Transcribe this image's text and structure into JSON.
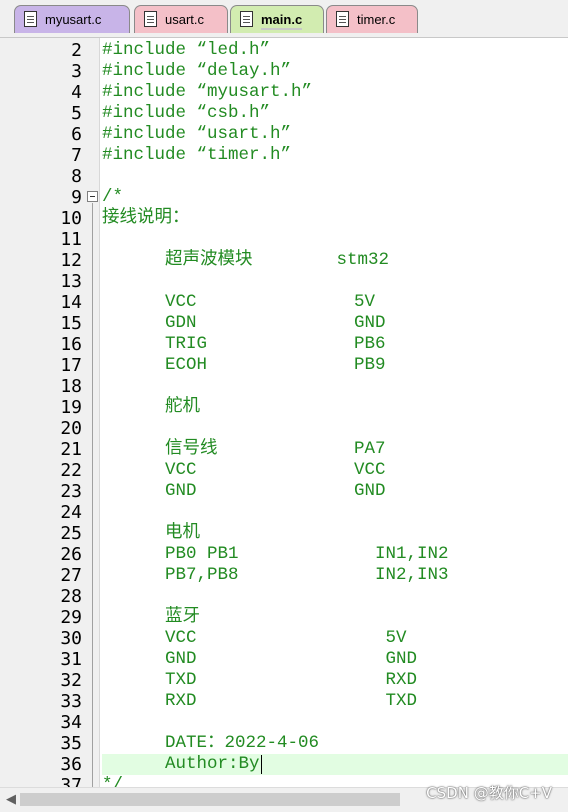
{
  "tabs": [
    {
      "label": "myusart.c",
      "color": "#c8b4e8",
      "active": false
    },
    {
      "label": "usart.c",
      "color": "#f4c0c8",
      "active": false
    },
    {
      "label": "main.c",
      "color": "#d2ecb0",
      "active": true
    },
    {
      "label": "timer.c",
      "color": "#f4c0c8",
      "active": false
    }
  ],
  "code_color": "#228b22",
  "current_line_color": "#e2fde2",
  "lines": [
    {
      "n": "2",
      "text": "#include “led.h”"
    },
    {
      "n": "3",
      "text": "#include “delay.h”"
    },
    {
      "n": "4",
      "text": "#include “myusart.h”"
    },
    {
      "n": "5",
      "text": "#include “csb.h”"
    },
    {
      "n": "6",
      "text": "#include “usart.h”"
    },
    {
      "n": "7",
      "text": "#include “timer.h”"
    },
    {
      "n": "8",
      "text": ""
    },
    {
      "n": "9",
      "text": "/*",
      "fold": true
    },
    {
      "n": "10",
      "text": "接线说明："
    },
    {
      "n": "11",
      "text": ""
    },
    {
      "n": "12",
      "text": "      超声波模块        stm32"
    },
    {
      "n": "13",
      "text": ""
    },
    {
      "n": "14",
      "text": "      VCC               5V"
    },
    {
      "n": "15",
      "text": "      GDN               GND"
    },
    {
      "n": "16",
      "text": "      TRIG              PB6"
    },
    {
      "n": "17",
      "text": "      ECOH              PB9"
    },
    {
      "n": "18",
      "text": ""
    },
    {
      "n": "19",
      "text": "      舵机"
    },
    {
      "n": "20",
      "text": ""
    },
    {
      "n": "21",
      "text": "      信号线             PA7"
    },
    {
      "n": "22",
      "text": "      VCC               VCC"
    },
    {
      "n": "23",
      "text": "      GND               GND"
    },
    {
      "n": "24",
      "text": ""
    },
    {
      "n": "25",
      "text": "      电机"
    },
    {
      "n": "26",
      "text": "      PB0 PB1             IN1,IN2"
    },
    {
      "n": "27",
      "text": "      PB7,PB8             IN2,IN3"
    },
    {
      "n": "28",
      "text": ""
    },
    {
      "n": "29",
      "text": "      蓝牙"
    },
    {
      "n": "30",
      "text": "      VCC                  5V"
    },
    {
      "n": "31",
      "text": "      GND                  GND"
    },
    {
      "n": "32",
      "text": "      TXD                  RXD"
    },
    {
      "n": "33",
      "text": "      RXD                  TXD"
    },
    {
      "n": "34",
      "text": ""
    },
    {
      "n": "35",
      "text": "      DATE：2022-4-06"
    },
    {
      "n": "36",
      "text": "      Author:By",
      "current": true
    },
    {
      "n": "37",
      "text": "*/"
    }
  ],
  "watermark": "CSDN @教你C+V",
  "scroll_left_icon": "scroll-left-arrow-icon"
}
